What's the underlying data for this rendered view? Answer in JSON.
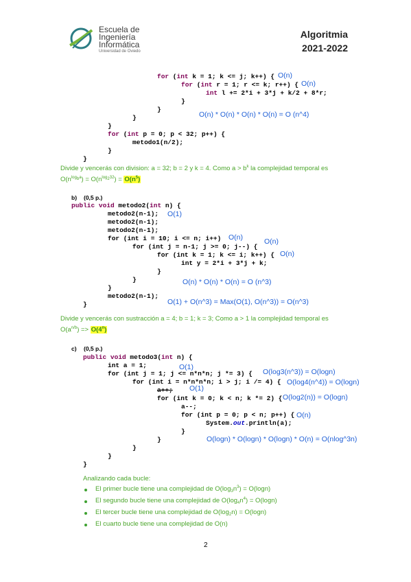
{
  "header": {
    "logo_lines": [
      "Escuela de",
      "Ingeniería",
      "Informática",
      "Universidad de Oviedo"
    ],
    "title": "Algoritmia",
    "year": "2021-2022"
  },
  "snippet_a": {
    "code": [
      {
        "kw": "for",
        "rest": " (",
        "kw2": "int",
        "rest2": " k = 1; k <= j; k++) {"
      },
      {
        "kw": "for",
        "rest": " (",
        "kw2": "int",
        "rest2": " r = 1; r <= k; r++) {"
      },
      {
        "kw": "int",
        "rest": " l += 2*i + 3*j + k/2 + 8*r;",
        "kw2": "",
        "rest2": ""
      },
      {
        "kw": "",
        "rest": "}",
        "kw2": "",
        "rest2": ""
      },
      {
        "kw": "",
        "rest": "}",
        "kw2": "",
        "rest2": ""
      },
      {
        "kw": "",
        "rest": "}",
        "kw2": "",
        "rest2": ""
      },
      {
        "kw": "for",
        "rest": " (",
        "kw2": "int",
        "rest2": " p = 0; p < 32; p++) {"
      },
      {
        "kw": "",
        "rest": "metodo1(n/2);",
        "kw2": "",
        "rest2": ""
      },
      {
        "kw": "",
        "rest": "}",
        "kw2": "",
        "rest2": ""
      },
      {
        "kw": "",
        "rest": "}",
        "kw2": "",
        "rest2": ""
      }
    ],
    "notes": [
      "O(n)",
      "O(n)",
      "O(n) * O(n) * O(n) * O(n) = O (n^4)"
    ],
    "explanation_line1": "Divide y vencerás con division: a = 32; b = 2 y k = 4. Como  a > b",
    "explanation_sup": "k",
    "explanation_line1_end": " la complejidad temporal es",
    "explanation_line2_pre": "O(n",
    "explanation_line2_sup1": "log",
    "explanation_line2_sub1": "b",
    "explanation_line2_supa": "a",
    "explanation_line2_mid": ") = O(n",
    "explanation_line2_sup2": "log",
    "explanation_line2_sub2": "2",
    "explanation_line2_sup2b": "32",
    "explanation_line2_end": ") = ",
    "result": "O(n",
    "result_sup": "5",
    "result_end": ")"
  },
  "section_b": {
    "label": "b)",
    "points": "(0,5 p.)",
    "signature_kw1": "public",
    "signature_kw2": "void",
    "signature_rest": " metodo2(",
    "signature_kw3": "int",
    "signature_end": " n) {",
    "code": [
      "metodo2(n-1);",
      "metodo2(n-1);",
      "metodo2(n-1);",
      "for (int i = 10; i <= n; i++)",
      "for (int j = n-1; j >= 0; j--) {",
      "for (int k = 1; k <= i; k++) {",
      "int y = 2*i + 3*j + k;",
      "}",
      "}",
      "metodo2(n-1);",
      "}"
    ],
    "notes": [
      "O(1)",
      "O(n)",
      "O(n)",
      "O(n)",
      "O(n) * O(n) * O(n) = O (n^3)",
      "O(1) + O(n^3) = Max(O(1), O(n^3)) = O(n^3)"
    ],
    "explanation_line1": "Divide y vencerás con sustracción a = 4; b = 1; k = 3; Como a > 1 la complejidad temporal es",
    "explanation_line2_pre": "O(a",
    "explanation_line2_sup": "n/b",
    "explanation_line2_end": ") => ",
    "result": "O(4",
    "result_sup": "n",
    "result_end": ")"
  },
  "section_c": {
    "label": "c)",
    "points": "(0,5 p.)",
    "signature_kw1": "public",
    "signature_kw2": "void",
    "signature_rest": " metodo3(",
    "signature_kw3": "int",
    "signature_end": " n) {",
    "code": [
      "int a = 1;",
      "for (int j = 1; j <= n*n*n; j *= 3) {",
      "for (int i = n*n*n*n; i > j; i /= 4) {",
      "a++;",
      "for (int k = 0; k < n; k *= 2) {",
      "a--;",
      "for (int p = 0; p < n; p++) {",
      "System.",
      "out",
      ".println(a);",
      "}",
      "}",
      "}",
      "}",
      "}"
    ],
    "notes": [
      "O(1)",
      "O(log3(n^3)) = O(logn)",
      "O(log4(n^4)) = O(logn)",
      "O(1)",
      "O(log2(n)) = O(logn)",
      "O(n)",
      "O(logn) * O(logn) * O(logn) * O(n) = O(nlog^3n)"
    ],
    "analysis_title": "Analizando cada bucle:",
    "bullets": [
      {
        "pre": "El primer bucle tiene una complejidad de O(log",
        "sub": "3",
        "mid": "n",
        "sup": "3",
        "end": ") = O(logn)"
      },
      {
        "pre": "El segundo bucle tiene una complejidad de O(log",
        "sub": "4",
        "mid": "n",
        "sup": "4",
        "end": ") = O(logn)"
      },
      {
        "pre": "El tercer bucle tiene una complejidad de O(log",
        "sub": "2",
        "mid": "n",
        "sup": "",
        "end": ") = O(logn)"
      },
      {
        "pre": "El cuarto bucle tiene una complejidad de O(n)",
        "sub": "",
        "mid": "",
        "sup": "",
        "end": ""
      }
    ]
  },
  "footer": {
    "page_number": "2"
  },
  "colors": {
    "keyword": "#7f0055",
    "annotation": "#1f5fd6",
    "green_text": "#4aa52a",
    "highlight": "#ffff33"
  }
}
